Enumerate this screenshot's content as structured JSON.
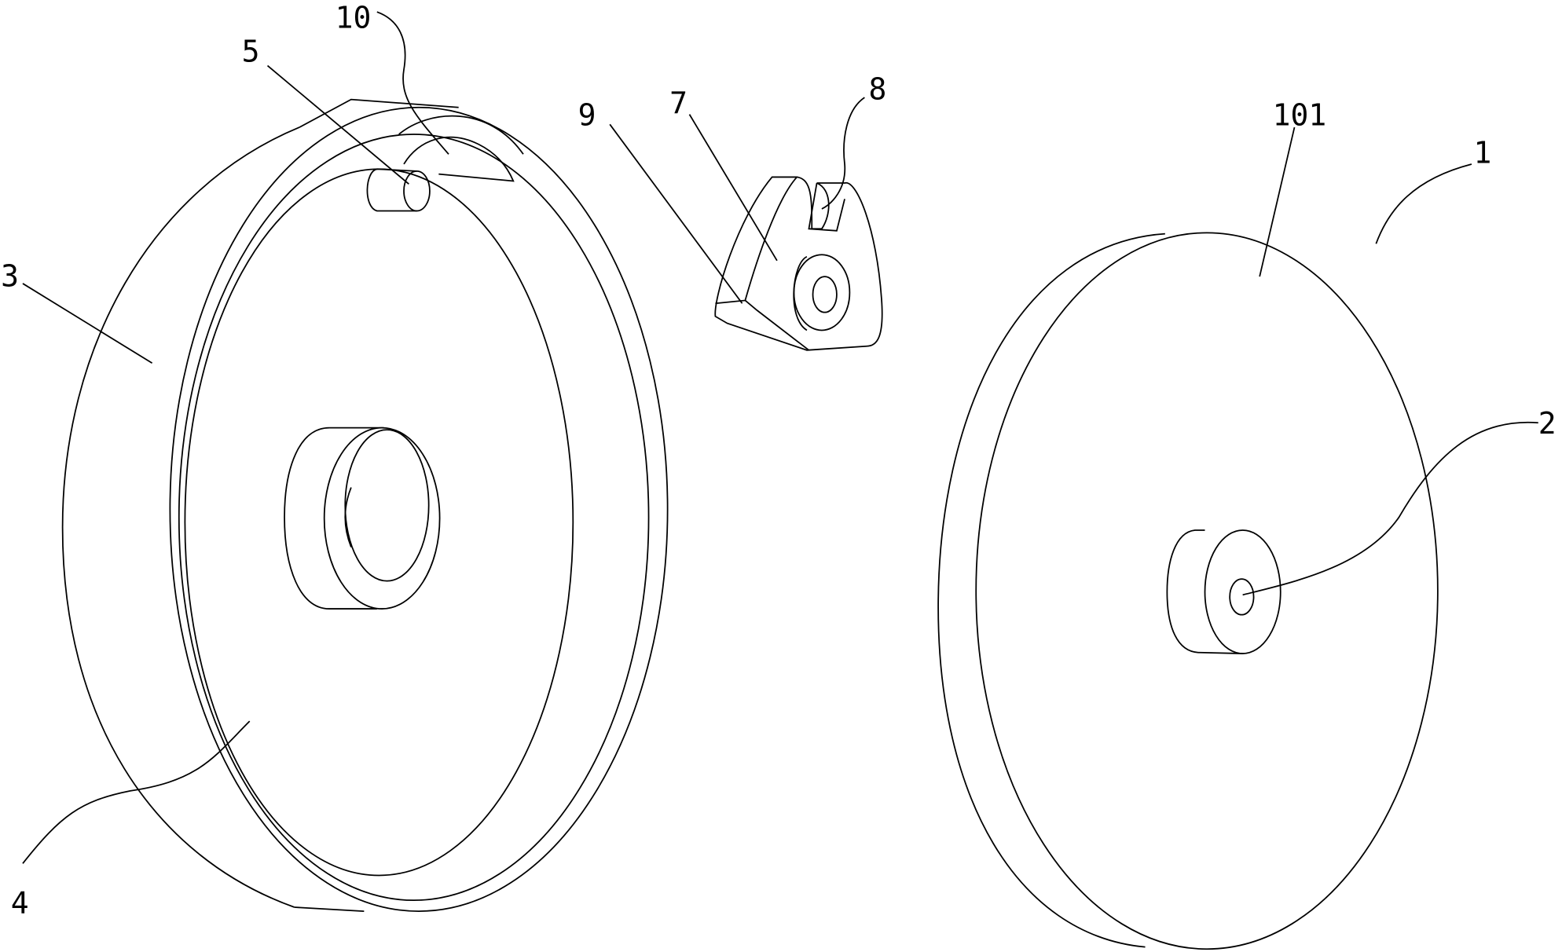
{
  "figure": {
    "labels": {
      "l10": "10",
      "l5": "5",
      "l3": "3",
      "l9": "9",
      "l7": "7",
      "l8": "8",
      "l101": "101",
      "l1": "1",
      "l2": "2",
      "l4": "4"
    }
  },
  "colors": {
    "line": "#000000",
    "background": "#ffffff"
  }
}
